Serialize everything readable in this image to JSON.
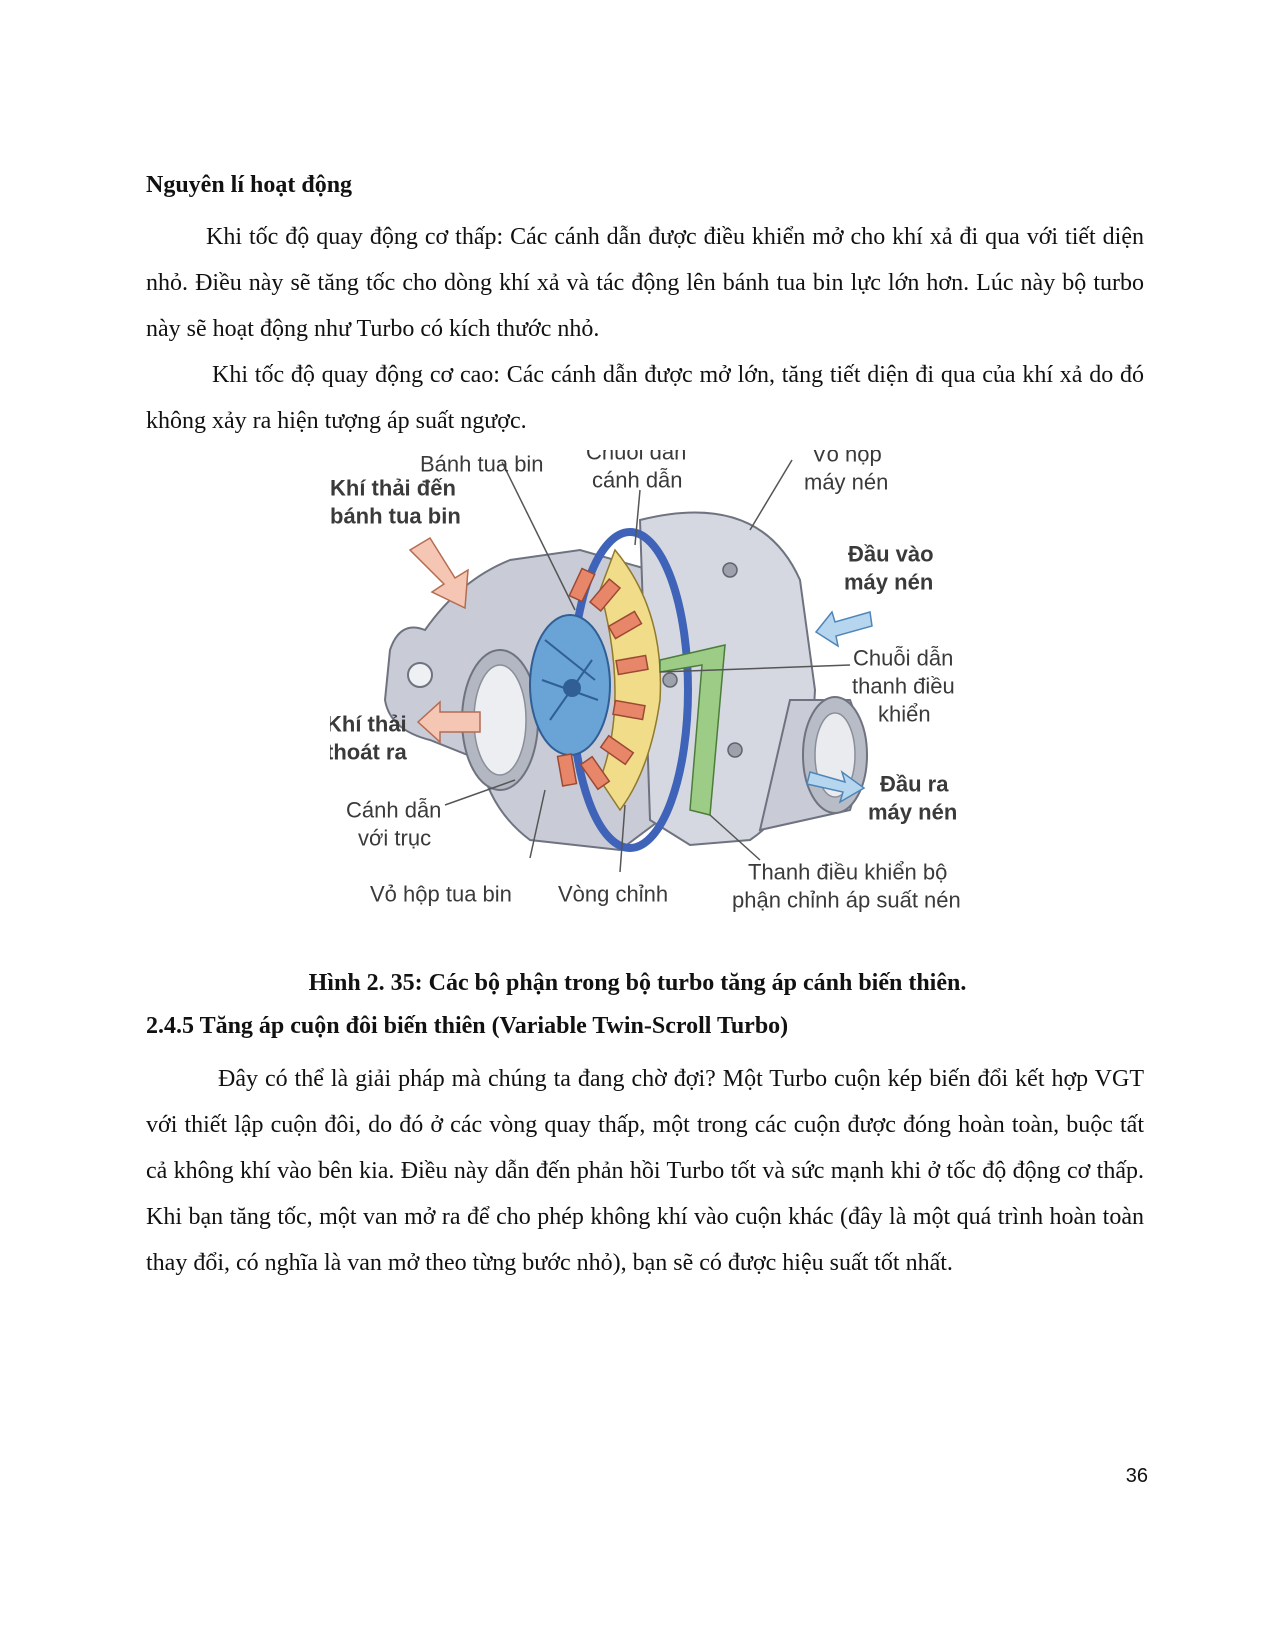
{
  "section": {
    "heading": "Nguyên lí hoạt động",
    "paragraph_low_speed": "Khi tốc độ quay động cơ thấp: Các cánh dẫn được điều khiển mở cho khí xả đi qua với tiết diện nhỏ. Điều này sẽ tăng tốc cho dòng khí xả và tác động lên bánh tua bin lực lớn hơn. Lúc này bộ turbo này sẽ hoạt động như Turbo có kích thước nhỏ.",
    "paragraph_high_speed": "Khi tốc độ quay động cơ cao: Các cánh dẫn được mở lớn, tăng tiết diện đi qua của khí xả do đó không xảy ra hiện tượng áp suất ngược."
  },
  "figure": {
    "labels": {
      "turbine_wheel_1": "Bánh tua bin",
      "vane_chain_1": "Chuỗi dẫn",
      "vane_chain_2": "cánh dẫn",
      "compressor_housing_1": "Vỏ hộp",
      "compressor_housing_2": "máy nén",
      "exhaust_in_1": "Khí thải đến",
      "exhaust_in_2": "bánh tua bin",
      "compressor_inlet_1": "Đầu vào",
      "compressor_inlet_2": "máy nén",
      "control_chain_1": "Chuỗi dẫn",
      "control_chain_2": "thanh điều",
      "control_chain_3": "khiển",
      "exhaust_out_1": "Khí thải",
      "exhaust_out_2": "thoát ra",
      "compressor_outlet_1": "Đầu ra",
      "compressor_outlet_2": "máy nén",
      "vane_shaft_1": "Cánh dẫn",
      "vane_shaft_2": "với trục",
      "turbine_housing": "Vỏ hộp tua bin",
      "adjust_ring": "Vòng chỉnh",
      "control_rod_1": "Thanh điều khiển bộ",
      "control_rod_2": "phận chỉnh áp suất nén"
    },
    "caption": "Hình 2. 35: Các bộ phận trong bộ turbo tăng áp cánh biến thiên."
  },
  "subsection": {
    "heading": "2.4.5 Tăng áp cuộn đôi biến thiên (Variable Twin-Scroll Turbo)",
    "paragraph": "Đây có thể là giải pháp mà chúng ta đang chờ đợi? Một Turbo cuộn kép biến đổi kết hợp VGT với thiết lập cuộn đôi, do đó ở các vòng quay thấp, một trong các cuộn được đóng hoàn toàn, buộc tất cả không khí vào bên kia. Điều này dẫn đến phản hồi Turbo tốt và sức mạnh khi ở tốc độ động cơ thấp. Khi bạn tăng tốc, một van mở ra để cho phép không khí vào cuộn khác (đây là một quá trình hoàn toàn thay đổi, có nghĩa là van mở theo từng bước nhỏ), bạn sẽ có được hiệu suất tốt nhất."
  },
  "page_number": "36"
}
